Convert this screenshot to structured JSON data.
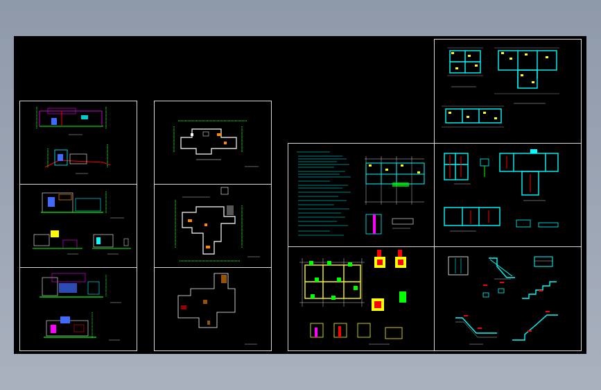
{
  "app": {
    "title": ""
  },
  "drawing": {
    "background": "#000000",
    "viewport_bg": "#8e99aa",
    "frame_color": "#d9d9d9",
    "layer_colors": {
      "cyan": "#00ffff",
      "yellow": "#ffff00",
      "green": "#00ff00",
      "red": "#ff0000",
      "magenta": "#ff00ff",
      "blue": "#3f6cff",
      "white": "#ffffff",
      "orange": "#ff8800"
    },
    "sheets": [
      {
        "id": "elevations-a",
        "kind": "elevation"
      },
      {
        "id": "elevations-b",
        "kind": "elevation"
      },
      {
        "id": "elevations-c",
        "kind": "elevation"
      },
      {
        "id": "plan-1",
        "kind": "floor-plan"
      },
      {
        "id": "plan-2",
        "kind": "floor-plan"
      },
      {
        "id": "plan-3",
        "kind": "roof-plan"
      },
      {
        "id": "structure-notes",
        "kind": "structural-notes"
      },
      {
        "id": "foundation",
        "kind": "foundation-plan"
      },
      {
        "id": "beam-layout-top",
        "kind": "beam-layout"
      },
      {
        "id": "beam-layout-mid",
        "kind": "beam-layout"
      },
      {
        "id": "stair-details",
        "kind": "stair-detail"
      }
    ]
  }
}
